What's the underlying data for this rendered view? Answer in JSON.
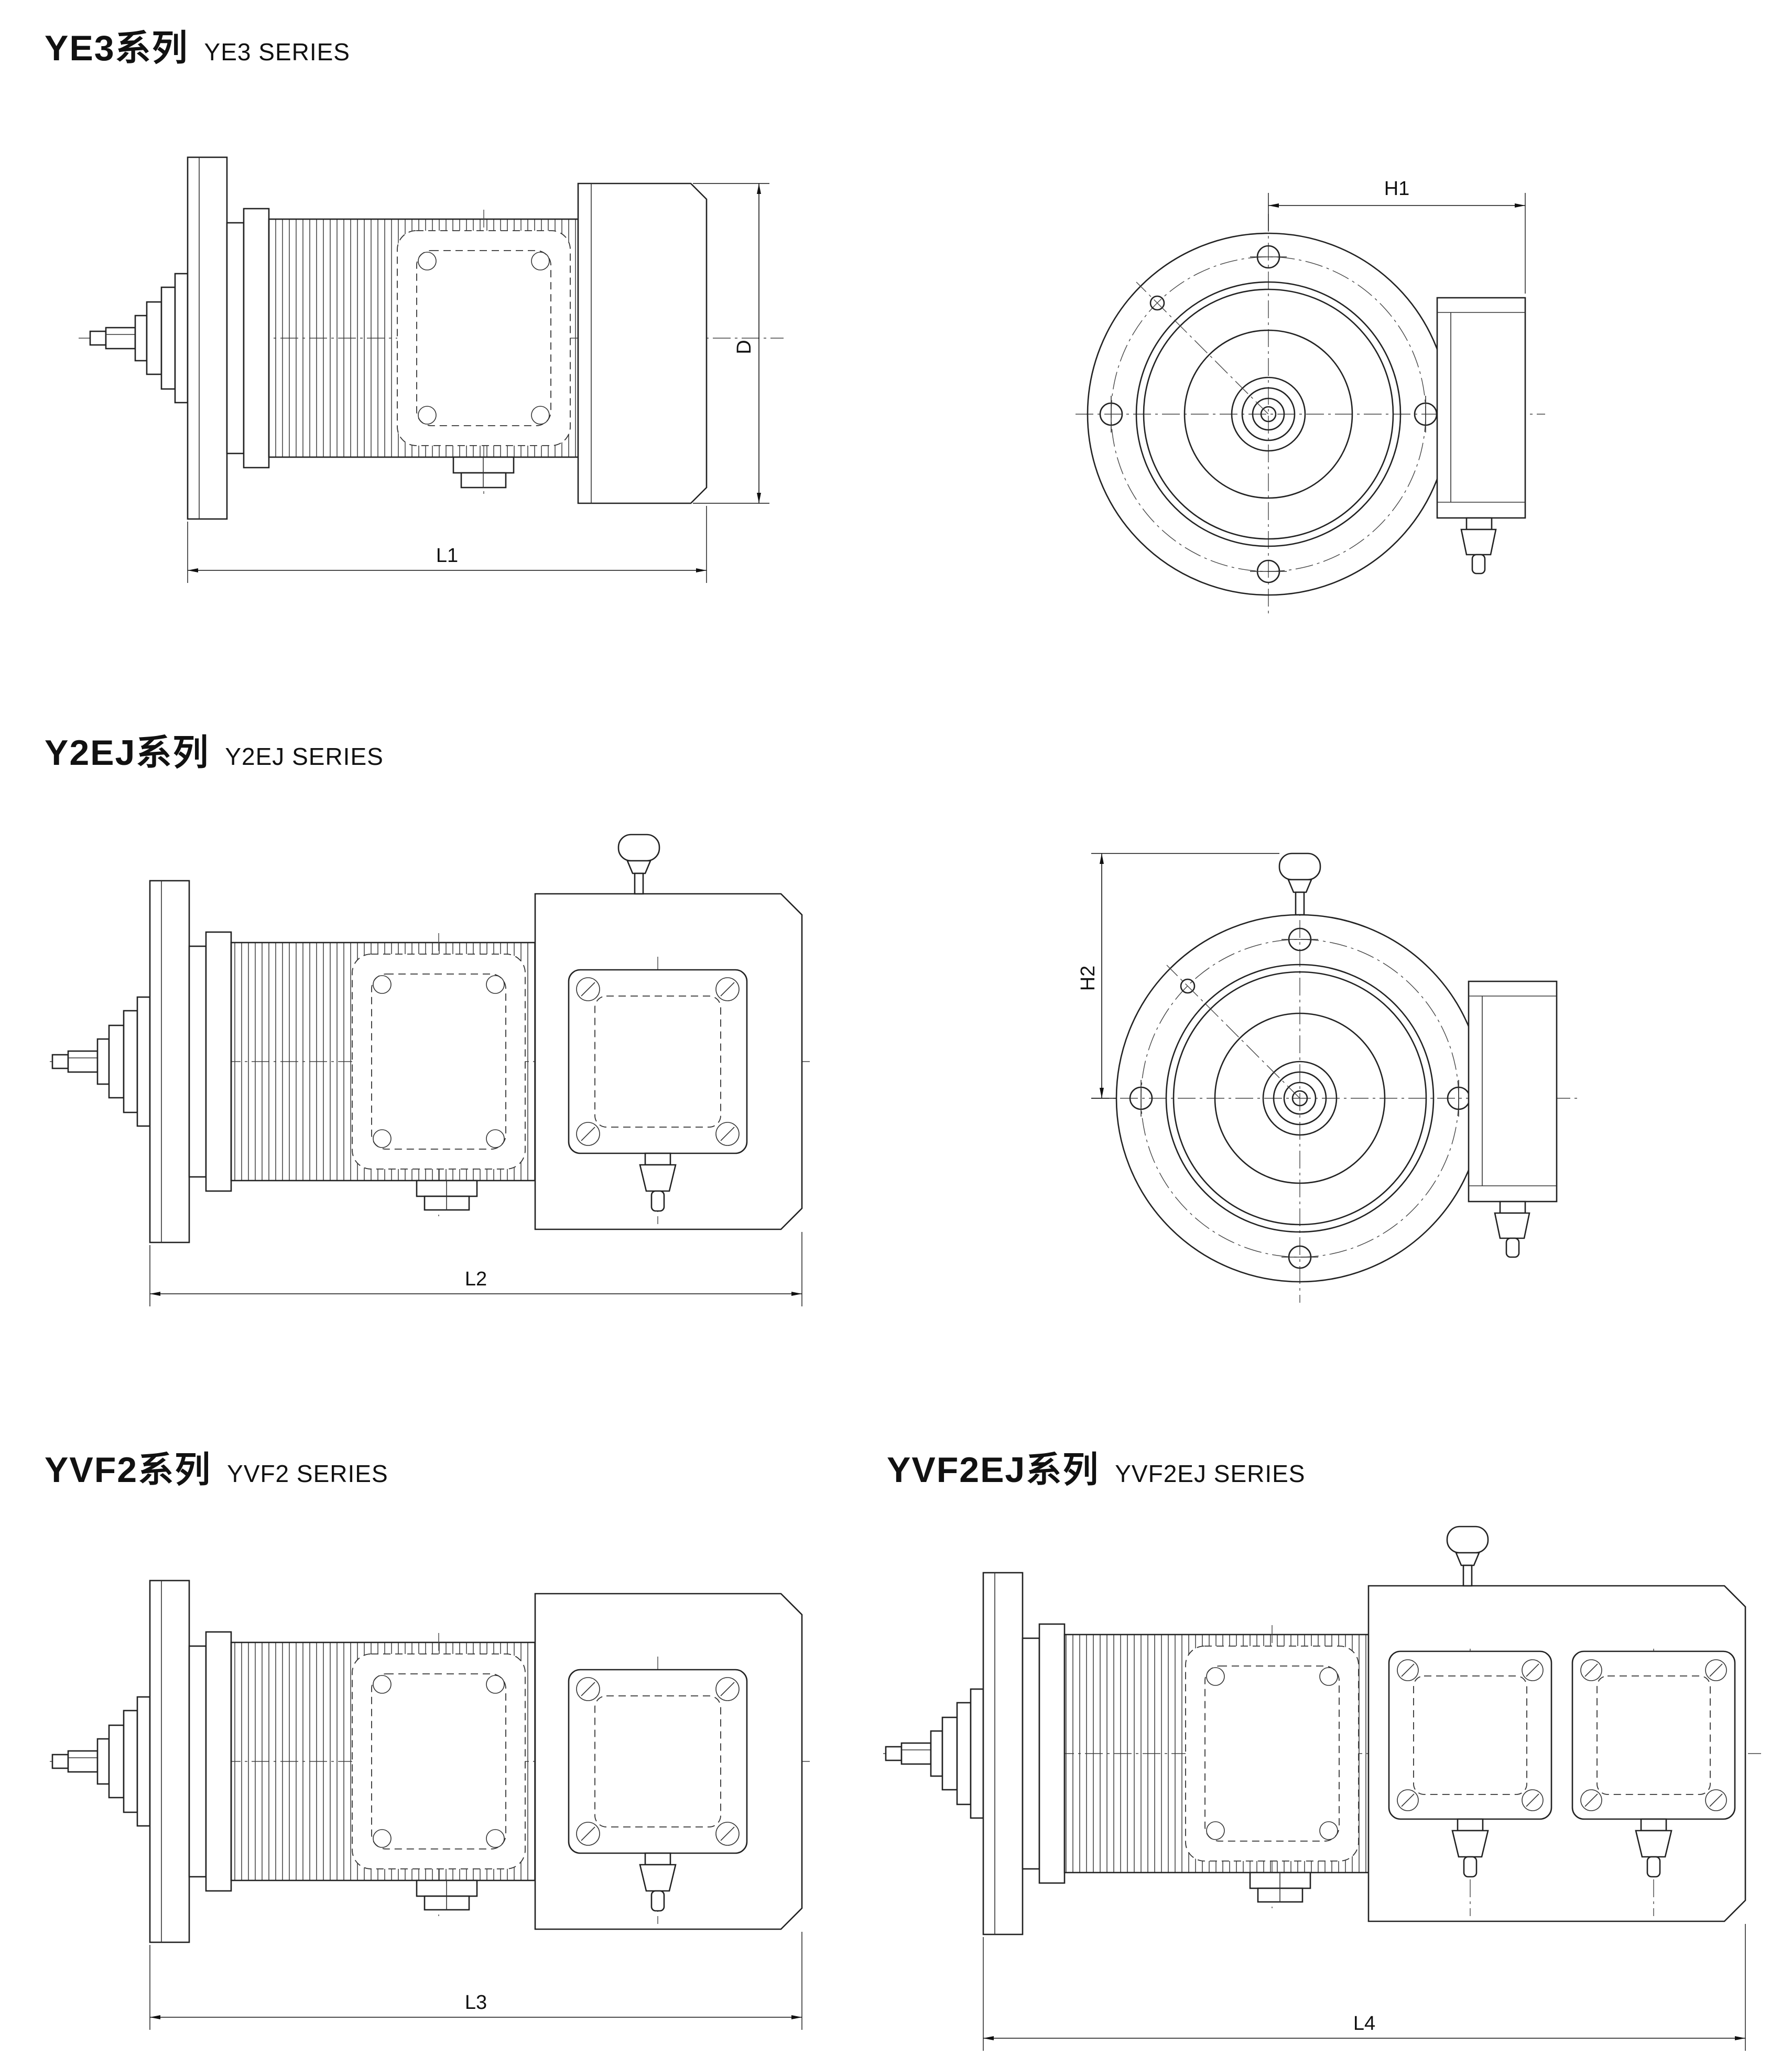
{
  "sections": [
    {
      "title_cn": "YE3系列",
      "title_en": "YE3 SERIES"
    },
    {
      "title_cn": "Y2EJ系列",
      "title_en": "Y2EJ SERIES"
    },
    {
      "title_cn": "YVF2系列",
      "title_en": "YVF2 SERIES"
    },
    {
      "title_cn": "YVF2EJ系列",
      "title_en": "YVF2EJ SERIES"
    }
  ],
  "dimensions": {
    "length_ye3": "L1",
    "diameter_ye3": "D",
    "height_ye3": "H1",
    "length_y2ej": "L2",
    "height_y2ej": "H2",
    "length_yvf2": "L3",
    "length_yvf2ej": "L4"
  },
  "colors": {
    "line": "#222222",
    "background": "#ffffff"
  }
}
